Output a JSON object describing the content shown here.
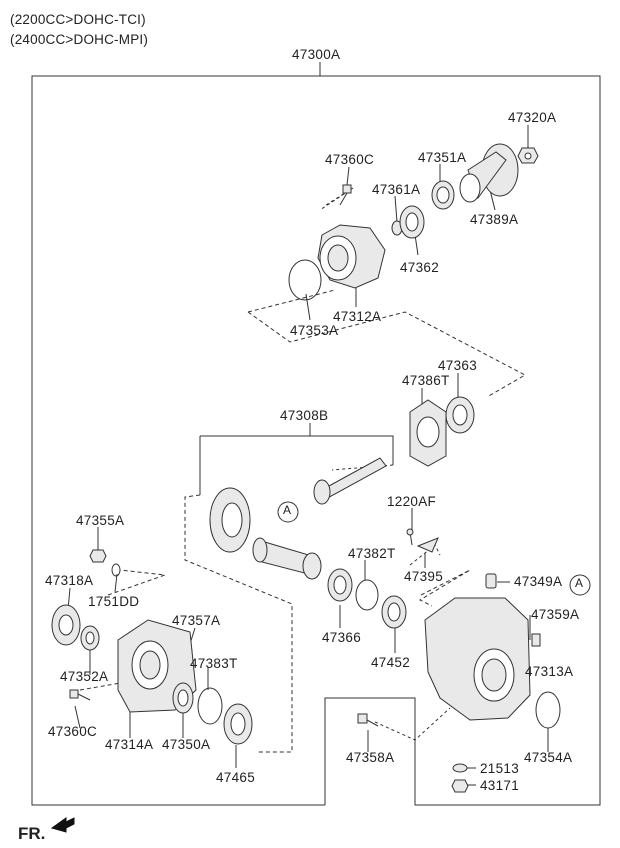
{
  "header": {
    "engine_lines": [
      "(2200CC>DOHC-TCI)",
      "(2400CC>DOHC-MPI)"
    ]
  },
  "assembly_label": "47300A",
  "subassembly_label": "47308B",
  "orientation_label": "FR.",
  "reference_marker": "A",
  "parts": {
    "p47320A": "47320A",
    "p47360C_top": "47360C",
    "p47351A": "47351A",
    "p47361A": "47361A",
    "p47389A": "47389A",
    "p47362": "47362",
    "p47312A": "47312A",
    "p47353A": "47353A",
    "p47363": "47363",
    "p47386T": "47386T",
    "p1220AF": "1220AF",
    "p47355A": "47355A",
    "p47382T": "47382T",
    "p47395": "47395",
    "p47349A": "47349A",
    "p47318A": "47318A",
    "p1751DD": "1751DD",
    "p47357A": "47357A",
    "p47359A": "47359A",
    "p47366": "47366",
    "p47383T": "47383T",
    "p47452": "47452",
    "p47313A": "47313A",
    "p47352A": "47352A",
    "p47360C_bottom": "47360C",
    "p47314A": "47314A",
    "p47350A": "47350A",
    "p47354A": "47354A",
    "p47358A": "47358A",
    "p21513": "21513",
    "p47465": "47465",
    "p43171": "43171"
  },
  "colors": {
    "line": "#333333",
    "text": "#222222",
    "part_fill": "#e9e9e9"
  }
}
